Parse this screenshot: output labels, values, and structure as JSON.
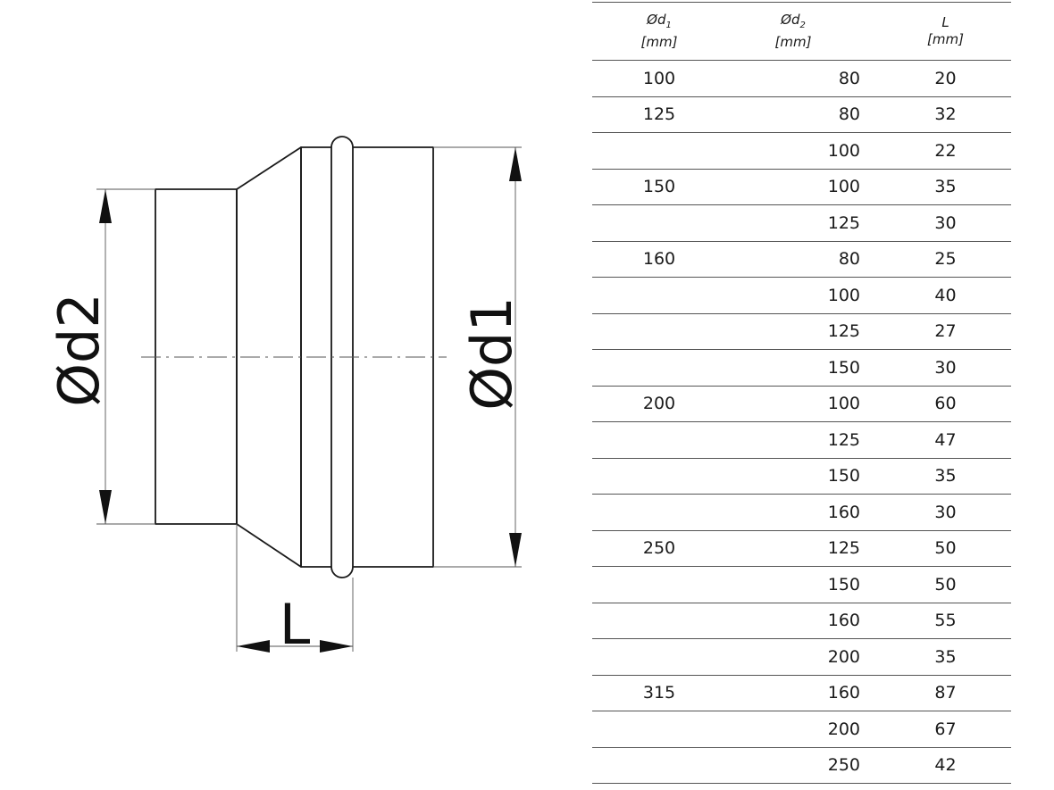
{
  "diagram": {
    "labels": {
      "d1": "Ød1",
      "d2": "Ød2",
      "length": "L"
    }
  },
  "table": {
    "headers": [
      {
        "symbol": "Ød",
        "sub": "1",
        "unit": "[mm]"
      },
      {
        "symbol": "Ød",
        "sub": "2",
        "unit": "[mm]"
      },
      {
        "symbol": "L",
        "sub": "",
        "unit": "[mm]"
      }
    ],
    "rows": [
      [
        "100",
        "80",
        "20"
      ],
      [
        "125",
        "80",
        "32"
      ],
      [
        "",
        "100",
        "22"
      ],
      [
        "150",
        "100",
        "35"
      ],
      [
        "",
        "125",
        "30"
      ],
      [
        "160",
        "80",
        "25"
      ],
      [
        "",
        "100",
        "40"
      ],
      [
        "",
        "125",
        "27"
      ],
      [
        "",
        "150",
        "30"
      ],
      [
        "200",
        "100",
        "60"
      ],
      [
        "",
        "125",
        "47"
      ],
      [
        "",
        "150",
        "35"
      ],
      [
        "",
        "160",
        "30"
      ],
      [
        "250",
        "125",
        "50"
      ],
      [
        "",
        "150",
        "50"
      ],
      [
        "",
        "160",
        "55"
      ],
      [
        "",
        "200",
        "35"
      ],
      [
        "315",
        "160",
        "87"
      ],
      [
        "",
        "200",
        "67"
      ],
      [
        "",
        "250",
        "42"
      ]
    ]
  }
}
